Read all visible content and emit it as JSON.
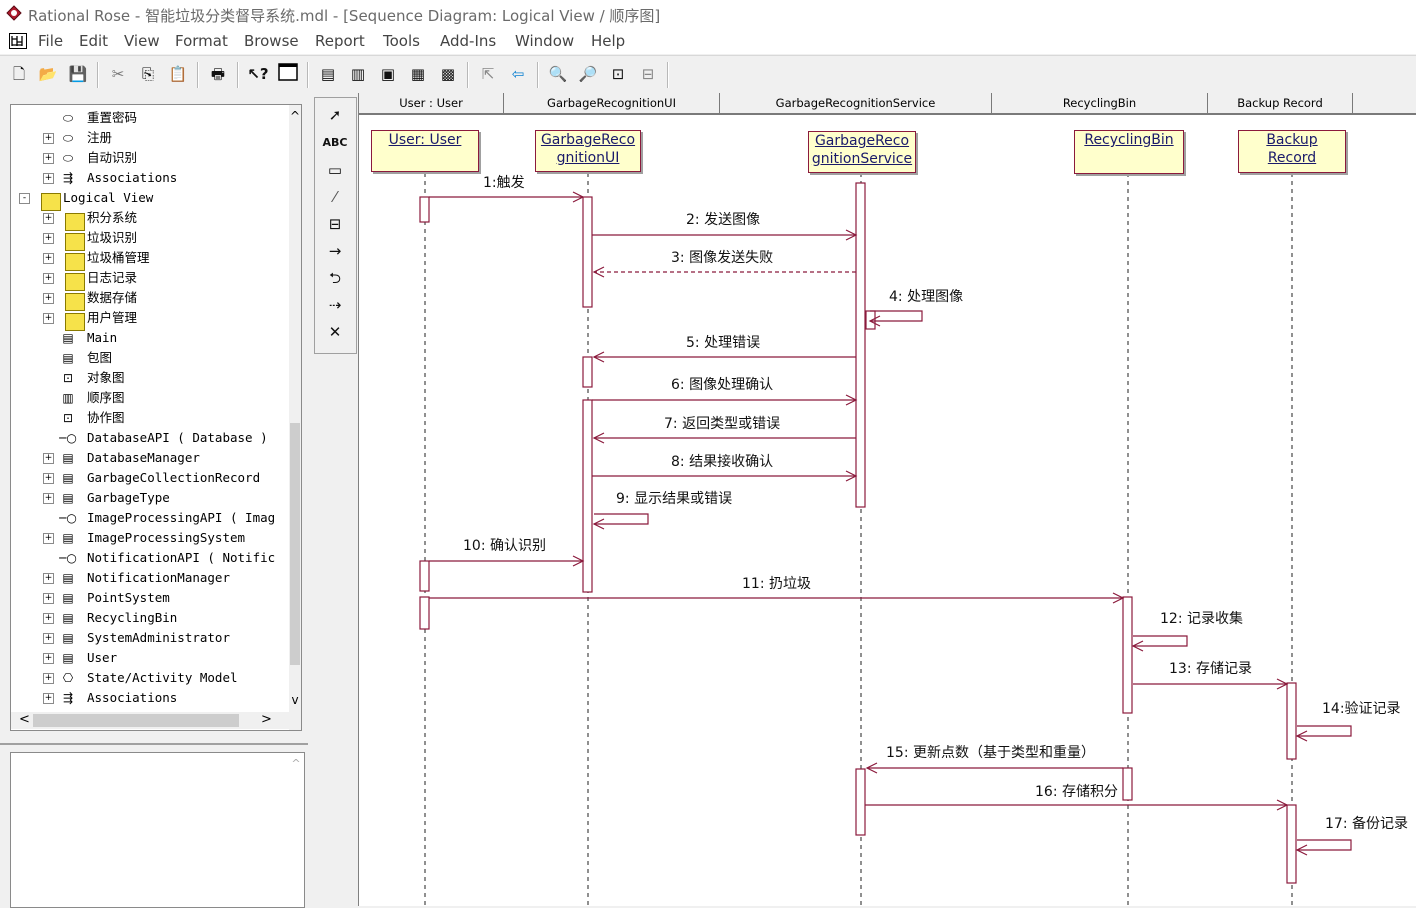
{
  "window": {
    "title": "Rational Rose - 智能垃圾分类督导系统.mdl - [Sequence Diagram: Logical View / 顺序图]"
  },
  "menu": [
    "File",
    "Edit",
    "View",
    "Format",
    "Browse",
    "Report",
    "Tools",
    "Add-Ins",
    "Window",
    "Help"
  ],
  "toolbar": {
    "icons": [
      "new-file-icon",
      "open-folder-icon",
      "save-icon",
      "cut-icon",
      "copy-icon",
      "paste-icon",
      "print-icon",
      "context-help-icon",
      "view-doc-icon",
      "browse-class-diagram-icon",
      "browse-interaction-diagram-icon",
      "browse-component-diagram-icon",
      "browse-state-diagram-icon",
      "browse-deployment-diagram-icon",
      "browse-parent-icon",
      "browse-previous-icon",
      "zoom-in-icon",
      "zoom-out-icon",
      "fit-in-window-icon",
      "undo-fit-icon"
    ]
  },
  "tree": [
    {
      "label": "重置密码",
      "icon": "usecase-icon",
      "expander": "",
      "indent": 1
    },
    {
      "label": "注册",
      "icon": "usecase-icon",
      "expander": "+",
      "indent": 1
    },
    {
      "label": "自动识别",
      "icon": "usecase-icon",
      "expander": "+",
      "indent": 1
    },
    {
      "label": "Associations",
      "icon": "associations-icon",
      "expander": "+",
      "indent": 1
    },
    {
      "label": "Logical View",
      "icon": "folder-icon",
      "expander": "-",
      "indent": 0
    },
    {
      "label": "积分系统",
      "icon": "folder-icon",
      "expander": "+",
      "indent": 1
    },
    {
      "label": "垃圾识别",
      "icon": "folder-icon",
      "expander": "+",
      "indent": 1
    },
    {
      "label": "垃圾桶管理",
      "icon": "folder-icon",
      "expander": "+",
      "indent": 1
    },
    {
      "label": "日志记录",
      "icon": "folder-icon",
      "expander": "+",
      "indent": 1
    },
    {
      "label": "数据存储",
      "icon": "folder-icon",
      "expander": "+",
      "indent": 1
    },
    {
      "label": "用户管理",
      "icon": "folder-icon",
      "expander": "+",
      "indent": 1
    },
    {
      "label": "Main",
      "icon": "class-diagram-icon",
      "expander": "",
      "indent": 1
    },
    {
      "label": "包图",
      "icon": "class-diagram-icon",
      "expander": "",
      "indent": 1
    },
    {
      "label": "对象图",
      "icon": "collaboration-diagram-icon",
      "expander": "",
      "indent": 1
    },
    {
      "label": "顺序图",
      "icon": "sequence-diagram-icon",
      "expander": "",
      "indent": 1
    },
    {
      "label": "协作图",
      "icon": "collaboration-diagram-icon",
      "expander": "",
      "indent": 1
    },
    {
      "label": "DatabaseAPI ( Database )",
      "icon": "interface-icon",
      "expander": "",
      "indent": 1
    },
    {
      "label": "DatabaseManager",
      "icon": "class-icon",
      "expander": "+",
      "indent": 1
    },
    {
      "label": "GarbageCollectionRecord",
      "icon": "class-icon",
      "expander": "+",
      "indent": 1
    },
    {
      "label": "GarbageType",
      "icon": "class-icon",
      "expander": "+",
      "indent": 1
    },
    {
      "label": "ImageProcessingAPI ( Imag",
      "icon": "interface-icon",
      "expander": "",
      "indent": 1
    },
    {
      "label": "ImageProcessingSystem",
      "icon": "class-icon",
      "expander": "+",
      "indent": 1
    },
    {
      "label": "NotificationAPI ( Notific",
      "icon": "interface-icon",
      "expander": "",
      "indent": 1
    },
    {
      "label": "NotificationManager",
      "icon": "class-icon",
      "expander": "+",
      "indent": 1
    },
    {
      "label": "PointSystem",
      "icon": "class-icon",
      "expander": "+",
      "indent": 1
    },
    {
      "label": "RecyclingBin",
      "icon": "class-icon",
      "expander": "+",
      "indent": 1
    },
    {
      "label": "SystemAdministrator",
      "icon": "class-icon",
      "expander": "+",
      "indent": 1
    },
    {
      "label": "User",
      "icon": "class-icon",
      "expander": "+",
      "indent": 1
    },
    {
      "label": "State/Activity Model",
      "icon": "state-model-icon",
      "expander": "+",
      "indent": 1
    },
    {
      "label": "Associations",
      "icon": "associations-icon",
      "expander": "+",
      "indent": 1
    }
  ],
  "palette": [
    "selection-arrow-icon",
    "text-box-icon",
    "note-icon",
    "anchor-note-icon",
    "object-icon",
    "object-message-icon",
    "message-to-self-icon",
    "return-message-icon",
    "destruction-marker-icon"
  ],
  "palette_text": "ABC",
  "diagram": {
    "headers": [
      "User : User",
      "GarbageRecognitionUI",
      "GarbageRecognitionService",
      "RecyclingBin",
      "Backup Record"
    ],
    "objects": [
      {
        "lines": [
          "User: User"
        ]
      },
      {
        "lines": [
          "GarbageReco",
          "gnitionUI"
        ]
      },
      {
        "lines": [
          "GarbageReco",
          "gnitionService"
        ]
      },
      {
        "lines": [
          "RecyclingBin"
        ]
      },
      {
        "lines": [
          "Backup",
          "Record"
        ]
      }
    ],
    "messages": [
      {
        "label": "1:触发"
      },
      {
        "label": "2: 发送图像"
      },
      {
        "label": "3: 图像发送失败"
      },
      {
        "label": "4: 处理图像"
      },
      {
        "label": "5: 处理错误"
      },
      {
        "label": "6: 图像处理确认"
      },
      {
        "label": "7: 返回类型或错误"
      },
      {
        "label": "8: 结果接收确认"
      },
      {
        "label": "9: 显示结果或错误"
      },
      {
        "label": "10: 确认识别"
      },
      {
        "label": "11: 扔垃圾"
      },
      {
        "label": "12: 记录收集"
      },
      {
        "label": "13: 存储记录"
      },
      {
        "label": "14:验证记录"
      },
      {
        "label": "15: 更新点数（基于类型和重量）"
      },
      {
        "label": "16: 存储积分"
      },
      {
        "label": "17: 备份记录"
      }
    ]
  },
  "colors": {
    "line": "#8b1a3c",
    "objectFill": "#ffffcc",
    "objectText": "#1a1a6a"
  }
}
